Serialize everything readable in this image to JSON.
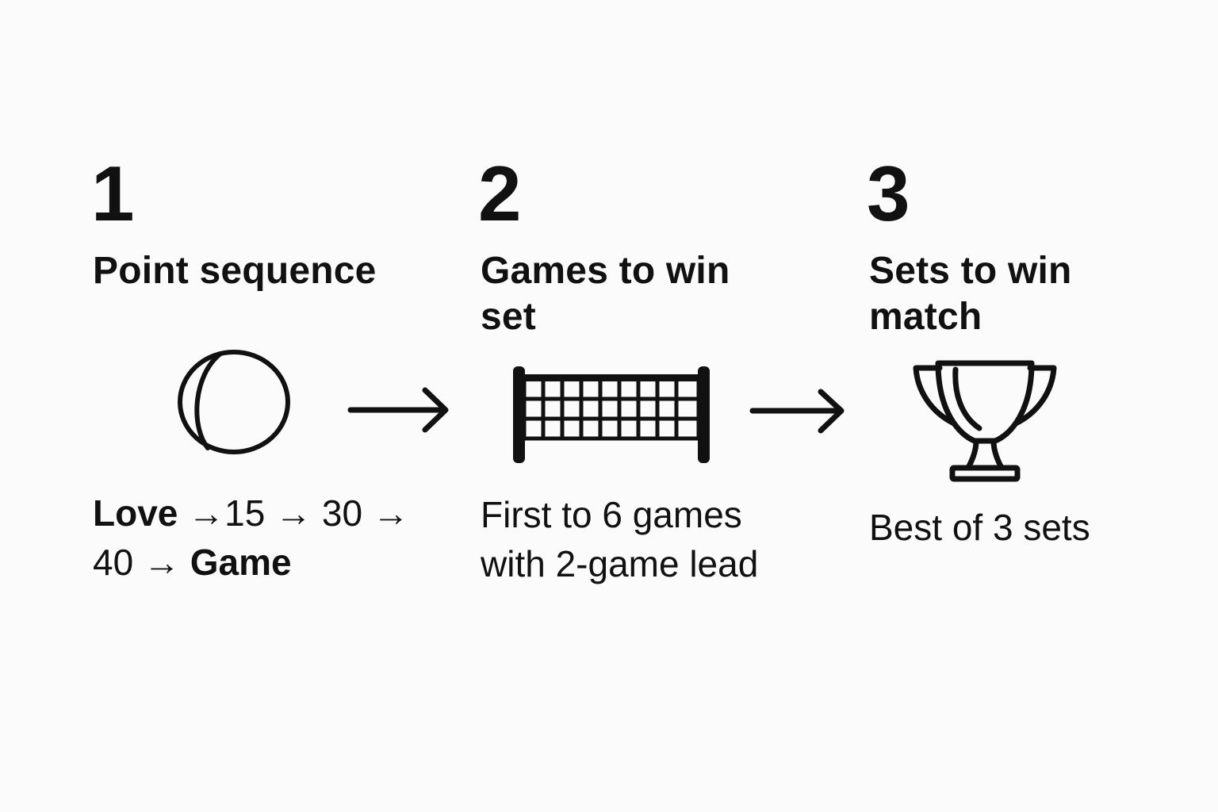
{
  "steps": [
    {
      "number": "1",
      "title": "Point sequence",
      "icon": "tennis-ball-icon",
      "sequence": {
        "love": "Love",
        "s15": "15",
        "s30": "30",
        "s40": "40",
        "game": "Game",
        "arrow": "→"
      }
    },
    {
      "number": "2",
      "title_line1": "Games to win",
      "title_line2": "set",
      "icon": "tennis-net-icon",
      "desc_line1": "First to 6 games",
      "desc_line2": "with 2-game lead"
    },
    {
      "number": "3",
      "title_line1": "Sets to win",
      "title_line2": "match",
      "icon": "trophy-icon",
      "desc": "Best of 3 sets"
    }
  ],
  "connectors": [
    "arrow-right-icon",
    "arrow-right-icon"
  ],
  "colors": {
    "background": "#fbfbfb",
    "ink": "#111111"
  }
}
